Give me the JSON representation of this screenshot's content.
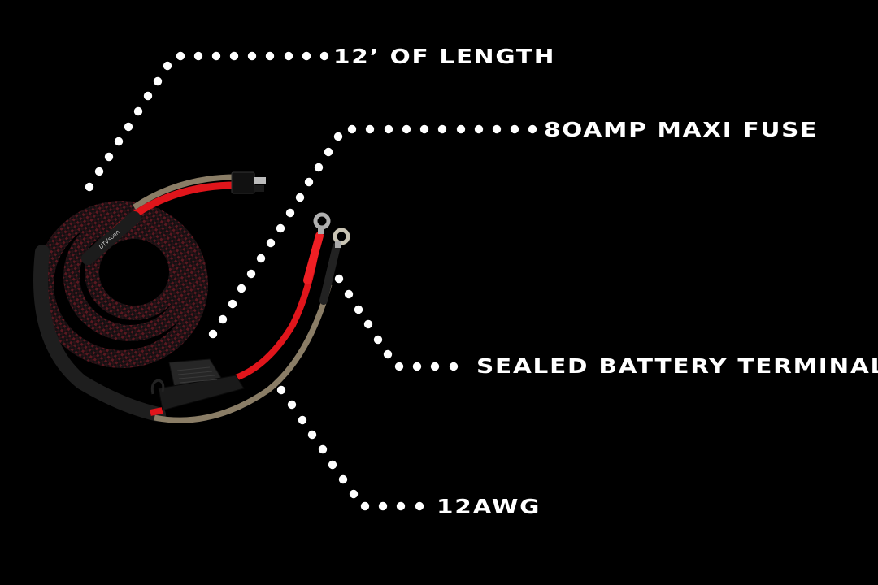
{
  "product": {
    "name": "Battery charging cable with 80A maxi fuse",
    "brand_mark": "UTVsonn"
  },
  "callouts": [
    {
      "id": "length",
      "text": "12’ OF LENGTH"
    },
    {
      "id": "fuse",
      "text": "8OAMP MAXI FUSE"
    },
    {
      "id": "terminals",
      "text": "SEALED BATTERY TERMINALS"
    },
    {
      "id": "gauge",
      "text": "12AWG"
    }
  ],
  "colors": {
    "background": "#000000",
    "text": "#ffffff",
    "dot": "#ffffff",
    "sleeve_dark": "#1a1214",
    "sleeve_red": "#6b1a20",
    "wire_red": "#e0151b",
    "wire_tan": "#8a7d66",
    "heatshrink_black": "#1e1e1e",
    "ring_terminal": "#b8b8b8"
  }
}
